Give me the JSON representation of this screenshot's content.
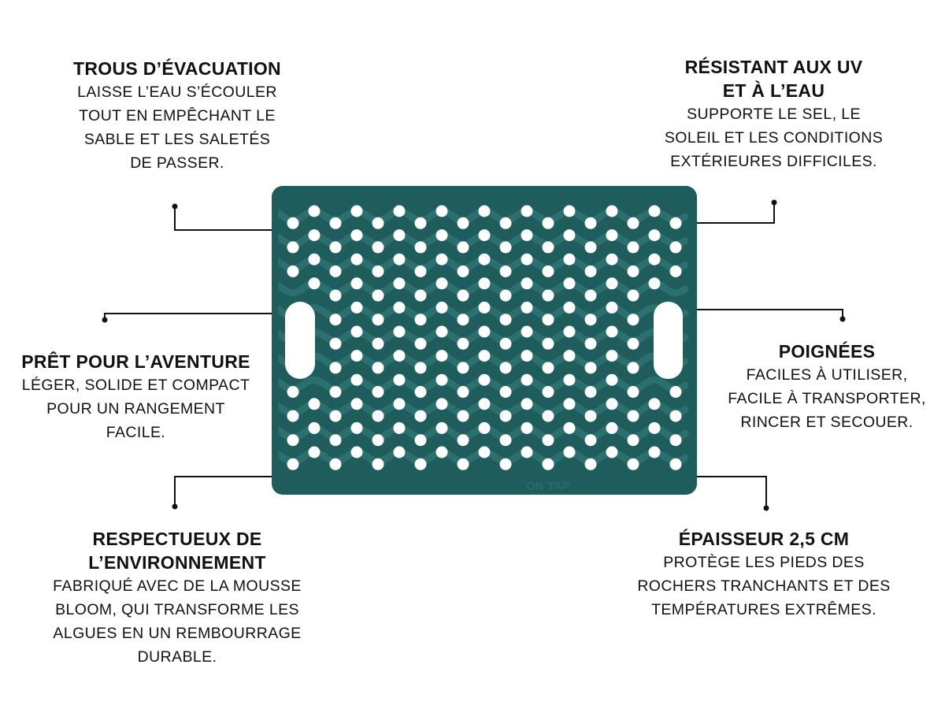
{
  "product": {
    "logo_text": "ON TAP",
    "color": "#1f5c5c",
    "hole_color": "#ffffff"
  },
  "callouts": [
    {
      "title": "TROUS D’ÉVACUATION",
      "body": [
        "LAISSE L’EAU S’ÉCOULER",
        "TOUT EN EMPÊCHANT LE",
        "SABLE ET LES SALETÉS",
        "DE PASSER."
      ]
    },
    {
      "title": "PRÊT POUR L’AVENTURE",
      "body": [
        "LÉGER, SOLIDE ET COMPACT",
        "POUR UN RANGEMENT",
        "FACILE."
      ]
    },
    {
      "title": "RESPECTUEUX DE\nL’ENVIRONNEMENT",
      "body": [
        "FABRIQUÉ AVEC DE LA MOUSSE",
        "BLOOM, QUI TRANSFORME LES",
        "ALGUES EN UN REMBOURRAGE",
        "DURABLE."
      ]
    },
    {
      "title": "RÉSISTANT AUX UV\nET À L’EAU",
      "body": [
        "SUPPORTE LE SEL, LE",
        "SOLEIL ET LES CONDITIONS",
        "EXTÉRIEURES DIFFICILES."
      ]
    },
    {
      "title": "POIGNÉES",
      "body": [
        "FACILES À UTILISER,",
        "FACILE À TRANSPORTER,",
        "RINCER ET SECOUER."
      ]
    },
    {
      "title": "ÉPAISSEUR 2,5 CM",
      "body": [
        "PROTÈGE LES PIEDS DES",
        "ROCHERS TRANCHANTS ET DES",
        "TEMPÉRATURES EXTRÊMES."
      ]
    }
  ]
}
